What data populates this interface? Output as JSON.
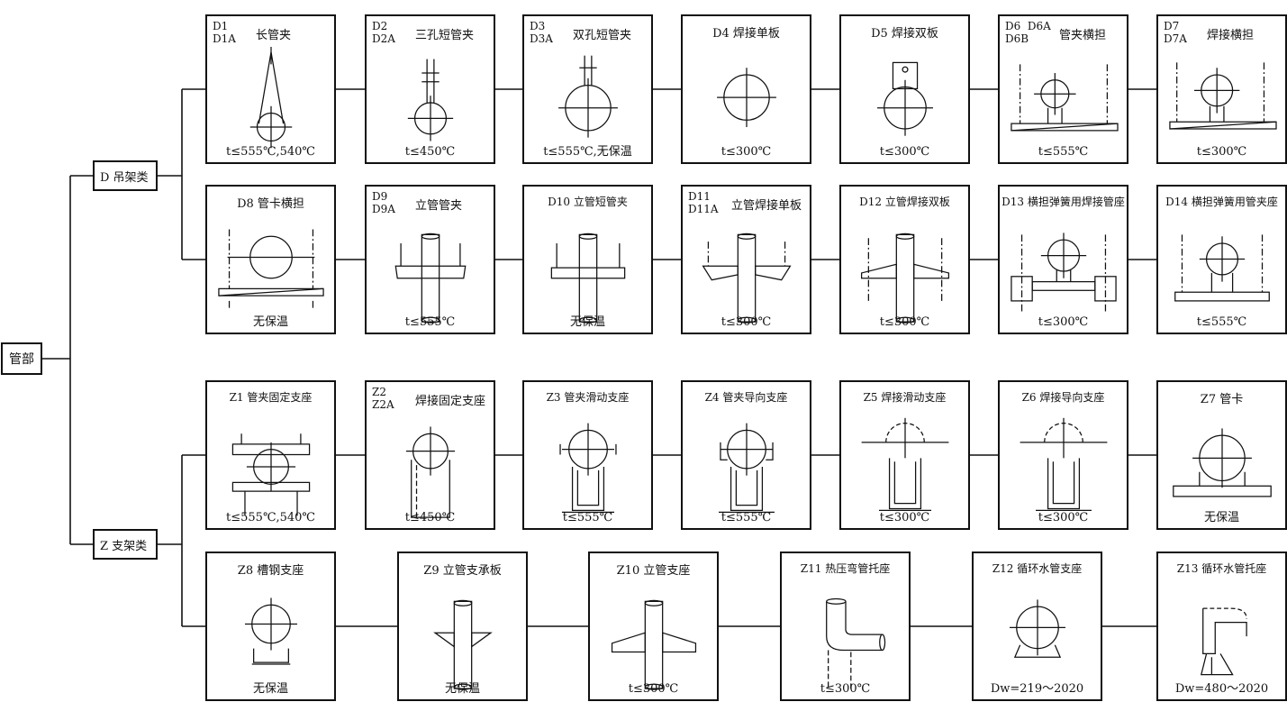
{
  "root": {
    "label": "管部"
  },
  "categories": [
    {
      "id": "D",
      "label": "D  吊架类"
    },
    {
      "id": "Z",
      "label": "Z  支架类"
    }
  ],
  "rows": [
    [
      {
        "code": "D1\nD1A",
        "name": "长管夹",
        "foot": "t≤555℃,540℃",
        "icon": "long-clamp-icon"
      },
      {
        "code": "D2\nD2A",
        "name": "三孔短管夹",
        "foot": "t≤450℃",
        "icon": "three-hole-clamp-icon"
      },
      {
        "code": "D3\nD3A",
        "name": "双孔短管夹",
        "foot": "t≤555℃,无保温",
        "icon": "two-hole-clamp-icon"
      },
      {
        "code": "",
        "name": "D4  焊接单板",
        "foot": "t≤300℃",
        "icon": "single-plate-icon"
      },
      {
        "code": "",
        "name": "D5  焊接双板",
        "foot": "t≤300℃",
        "icon": "double-plate-icon"
      },
      {
        "code": "D6  D6A\nD6B",
        "name": "管夹横担",
        "foot": "t≤555℃",
        "icon": "clamp-crossbar-icon"
      },
      {
        "code": "D7\nD7A",
        "name": "焊接横担",
        "foot": "t≤300℃",
        "icon": "welded-crossbar-icon"
      }
    ],
    [
      {
        "code": "",
        "name": "D8  管卡横担",
        "foot": "无保温",
        "icon": "pipe-card-crossbar-icon"
      },
      {
        "code": "D9\nD9A",
        "name": "立管管夹",
        "foot": "t≤555℃",
        "icon": "riser-clamp-icon"
      },
      {
        "code": "",
        "name": "D10  立管短管夹",
        "foot": "无保温",
        "icon": "riser-short-clamp-icon"
      },
      {
        "code": "D11\nD11A",
        "name": "立管焊接单板",
        "foot": "t≤300℃",
        "icon": "riser-single-plate-icon"
      },
      {
        "code": "",
        "name": "D12  立管焊接双板",
        "foot": "t≤300℃",
        "icon": "riser-double-plate-icon"
      },
      {
        "code": "",
        "name": "D13  横担弹簧用焊接管座",
        "foot": "t≤300℃",
        "icon": "spring-welded-seat-icon"
      },
      {
        "code": "",
        "name": "D14  横担弹簧用管夹座",
        "foot": "t≤555℃",
        "icon": "spring-clamp-seat-icon"
      }
    ],
    [
      {
        "code": "",
        "name": "Z1  管夹固定支座",
        "foot": "t≤555℃,540℃",
        "icon": "clamp-fixed-support-icon"
      },
      {
        "code": "Z2\nZ2A",
        "name": "焊接固定支座",
        "foot": "t≤450℃",
        "icon": "welded-fixed-support-icon"
      },
      {
        "code": "",
        "name": "Z3  管夹滑动支座",
        "foot": "t≤555℃",
        "icon": "clamp-sliding-support-icon"
      },
      {
        "code": "",
        "name": "Z4  管夹导向支座",
        "foot": "t≤555℃",
        "icon": "clamp-guide-support-icon"
      },
      {
        "code": "",
        "name": "Z5  焊接滑动支座",
        "foot": "t≤300℃",
        "icon": "welded-sliding-support-icon"
      },
      {
        "code": "",
        "name": "Z6  焊接导向支座",
        "foot": "t≤300℃",
        "icon": "welded-guide-support-icon"
      },
      {
        "code": "",
        "name": "Z7  管卡",
        "foot": "无保温",
        "icon": "pipe-card-icon"
      }
    ],
    [
      {
        "code": "",
        "name": "Z8  槽钢支座",
        "foot": "无保温",
        "icon": "channel-steel-support-icon"
      },
      {
        "code": "",
        "name": "Z9  立管支承板",
        "foot": "无保温",
        "icon": "riser-bearing-plate-icon"
      },
      {
        "code": "",
        "name": "Z10  立管支座",
        "foot": "t≤300℃",
        "icon": "riser-support-icon"
      },
      {
        "code": "",
        "name": "Z11  热压弯管托座",
        "foot": "t≤300℃",
        "icon": "bend-pipe-saddle-icon"
      },
      {
        "code": "",
        "name": "Z12  循环水管支座",
        "foot": "Dw=219～2020",
        "icon": "circulating-water-support-icon"
      },
      {
        "code": "",
        "name": "Z13  循环水管托座",
        "foot": "Dw=480～2020",
        "icon": "circulating-water-saddle-icon"
      }
    ]
  ]
}
